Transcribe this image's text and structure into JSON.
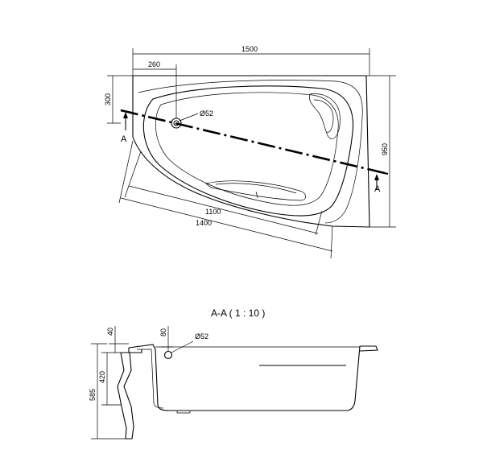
{
  "plan": {
    "width_label": "1500",
    "offset_label": "260",
    "depth_label": "950",
    "drain_height_label": "300",
    "drain_label": "Ø52",
    "inner_length_label": "1100",
    "outer_length_label": "1400",
    "section_mark_left": "A",
    "section_mark_right": "A"
  },
  "section": {
    "title": "A-A  ( 1 : 10 )",
    "rim_label": "40",
    "overflow_label": "80",
    "drain_label": "Ø52",
    "inner_height_label": "420",
    "total_height_label": "585"
  }
}
